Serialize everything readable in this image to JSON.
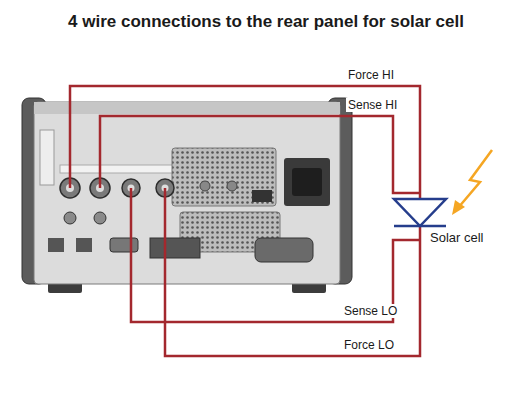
{
  "diagram": {
    "title": "4 wire connections to the rear panel for solar cell",
    "labels": [
      "Force HI",
      "Sense HI",
      "Sense LO",
      "Force LO",
      "Solar cell"
    ]
  }
}
